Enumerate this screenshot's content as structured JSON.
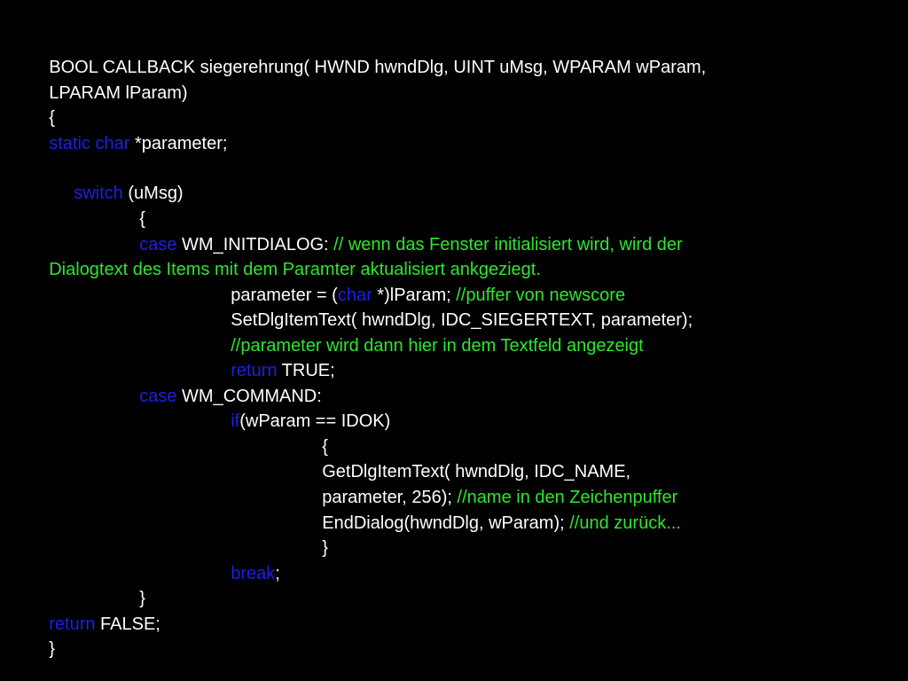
{
  "colors": {
    "background": "#000000",
    "text": "#ffffff",
    "keyword": "#1f1fe6",
    "comment": "#2ee62e"
  },
  "code": {
    "l1": "BOOL CALLBACK siegerehrung( HWND hwndDlg, UINT uMsg, WPARAM wParam,",
    "l2": "LPARAM lParam)",
    "l3": "{",
    "l4_kw": "static char",
    "l4_tx": " *parameter;",
    "l5_kw": "switch",
    "l5_tx": " (uMsg)",
    "l6": "{",
    "l7_kw": "case",
    "l7_tx": " WM_INITDIALOG: ",
    "l7_cm": "// wenn das Fenster initialisiert wird, wird der",
    "l8_cm": "Dialogtext des Items mit dem Paramter aktualisiert ankgeziegt.",
    "l9_tx1": "parameter = (",
    "l9_kw": "char",
    "l9_tx2": " *)lParam; ",
    "l9_cm": "//puffer von newscore",
    "l10": "SetDlgItemText( hwndDlg, IDC_SIEGERTEXT, parameter);",
    "l11_cm": "//parameter wird dann hier in dem Textfeld angezeigt",
    "l12_kw": "return",
    "l12_tx": " TRUE;",
    "l13_kw": "case",
    "l13_tx": " WM_COMMAND:",
    "l14_kw": "if",
    "l14_tx": "(wParam == IDOK)",
    "l15": "{",
    "l16": "GetDlgItemText( hwndDlg, IDC_NAME,",
    "l17_tx": "parameter, 256); ",
    "l17_cm": "//name in den Zeichenpuffer",
    "l18_tx": "EndDialog(hwndDlg, wParam); ",
    "l18_cm": "//und zurück...",
    "l19": "}",
    "l20_kw": "break",
    "l20_tx": ";",
    "l21": "}",
    "l22_kw": "return",
    "l22_tx": " FALSE;",
    "l23": "}"
  }
}
